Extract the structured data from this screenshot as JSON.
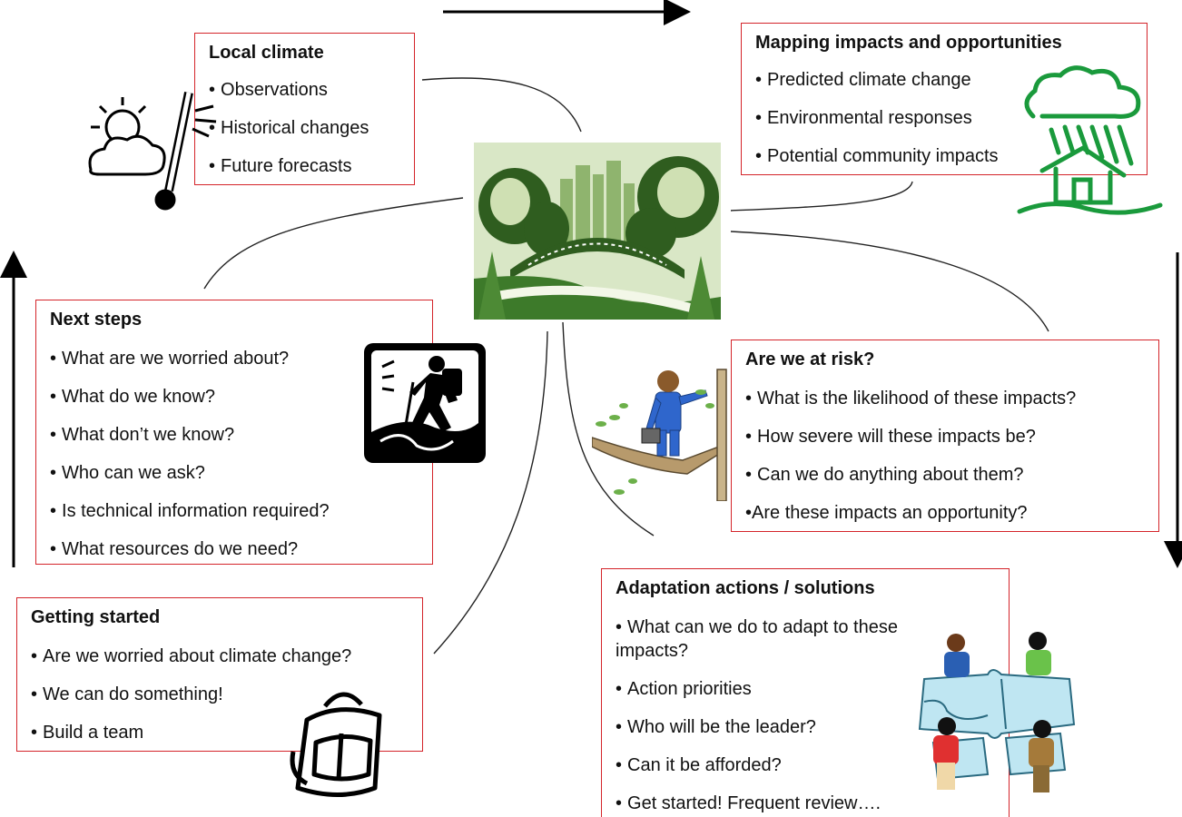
{
  "local_climate": {
    "title": "Local climate",
    "items": [
      "Observations",
      "Historical changes",
      "Future forecasts"
    ]
  },
  "mapping": {
    "title": "Mapping impacts and opportunities",
    "items": [
      "Predicted climate change",
      "Environmental responses",
      "Potential community impacts"
    ]
  },
  "next_steps": {
    "title": "Next steps",
    "items": [
      "What are we worried about?",
      "What do we know?",
      "What don’t we know?",
      "Who can we ask?",
      "Is technical information required?",
      "What resources do we need?"
    ]
  },
  "at_risk": {
    "title": "Are we at risk?",
    "items": [
      "What is the likelihood of these impacts?",
      "How severe will these impacts be?",
      "Can we do anything about them?",
      "Are these impacts an opportunity?"
    ]
  },
  "getting_started": {
    "title": "Getting started",
    "items": [
      "Are we worried about climate change?",
      "We can do something!",
      "Build a team"
    ]
  },
  "adaptation": {
    "title": "Adaptation actions / solutions",
    "items": [
      "What can we do to adapt to these",
      "impacts?",
      "Action priorities",
      "Who will be the leader?",
      "Can it be afforded?",
      "Get started! Frequent review…."
    ]
  },
  "bullet": "•",
  "colors": {
    "box_border": "#d4242a",
    "green_dark": "#2f5d1f",
    "green_light": "#c8dcae",
    "cloud_green": "#1a9a3c"
  }
}
